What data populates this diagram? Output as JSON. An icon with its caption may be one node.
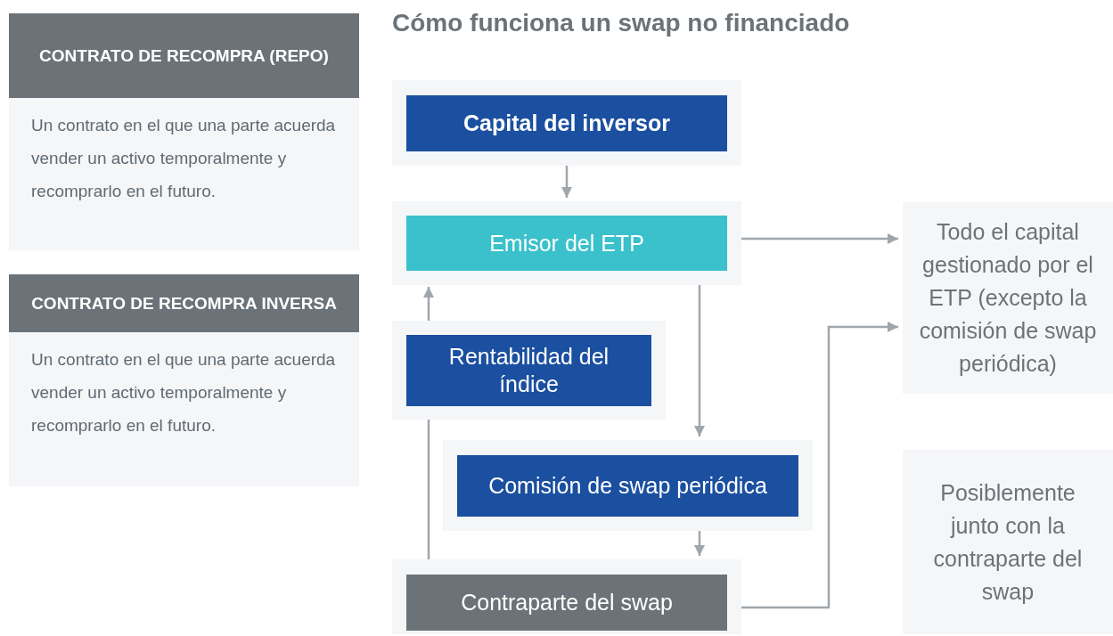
{
  "diagram": {
    "title": "Cómo funciona un swap no financiado",
    "nodes": [
      {
        "text": [
          "CONTRATO DE RECOMPRA (REPO)",
          "Un contrato en el que una parte acuerda vender un activo temporalmente y recomprarlo en el futuro."
        ]
      },
      {
        "text": [
          "CONTRATO DE RECOMPRA INVERSA",
          "Un contrato en el que una parte acuerda vender un activo temporalmente y recomprarlo en el futuro."
        ]
      },
      {
        "text": [],
        "shape": "box"
      },
      {
        "text": [
          "Capital del inversor"
        ],
        "in": 2
      },
      {
        "text": [],
        "shape": "box"
      },
      {
        "text": [
          "Emisor del ETP"
        ],
        "in": 4
      },
      {
        "text": [],
        "shape": "box"
      },
      {
        "text": [
          "Rentabilidad del índice"
        ],
        "in": 6
      },
      {
        "text": [],
        "shape": "box"
      },
      {
        "text": [
          "Comisión de swap periódica"
        ],
        "in": 8
      },
      {
        "text": [],
        "shape": "box"
      },
      {
        "text": [
          "Contraparte del swap"
        ],
        "in": 10
      },
      {
        "text": [
          "Todo el capital gestionado por el ETP (excepto la comisión de swap periódica)"
        ]
      },
      {
        "text": [
          "Posiblemente junto con la contraparte del swap"
        ]
      }
    ],
    "edges": [
      {
        "from": 2,
        "to": 4,
        "arrow": "to"
      },
      {
        "from": 6,
        "to": 4,
        "arrow": "to"
      },
      {
        "from": 10,
        "to": 6,
        "arrow": "none"
      },
      {
        "from": 4,
        "to": 8,
        "arrow": "to"
      },
      {
        "from": 8,
        "to": 10,
        "arrow": "to"
      },
      {
        "from": 4,
        "to": 12,
        "arrow": "to"
      },
      {
        "from": 10,
        "to": 12,
        "arrow": "to"
      }
    ]
  }
}
